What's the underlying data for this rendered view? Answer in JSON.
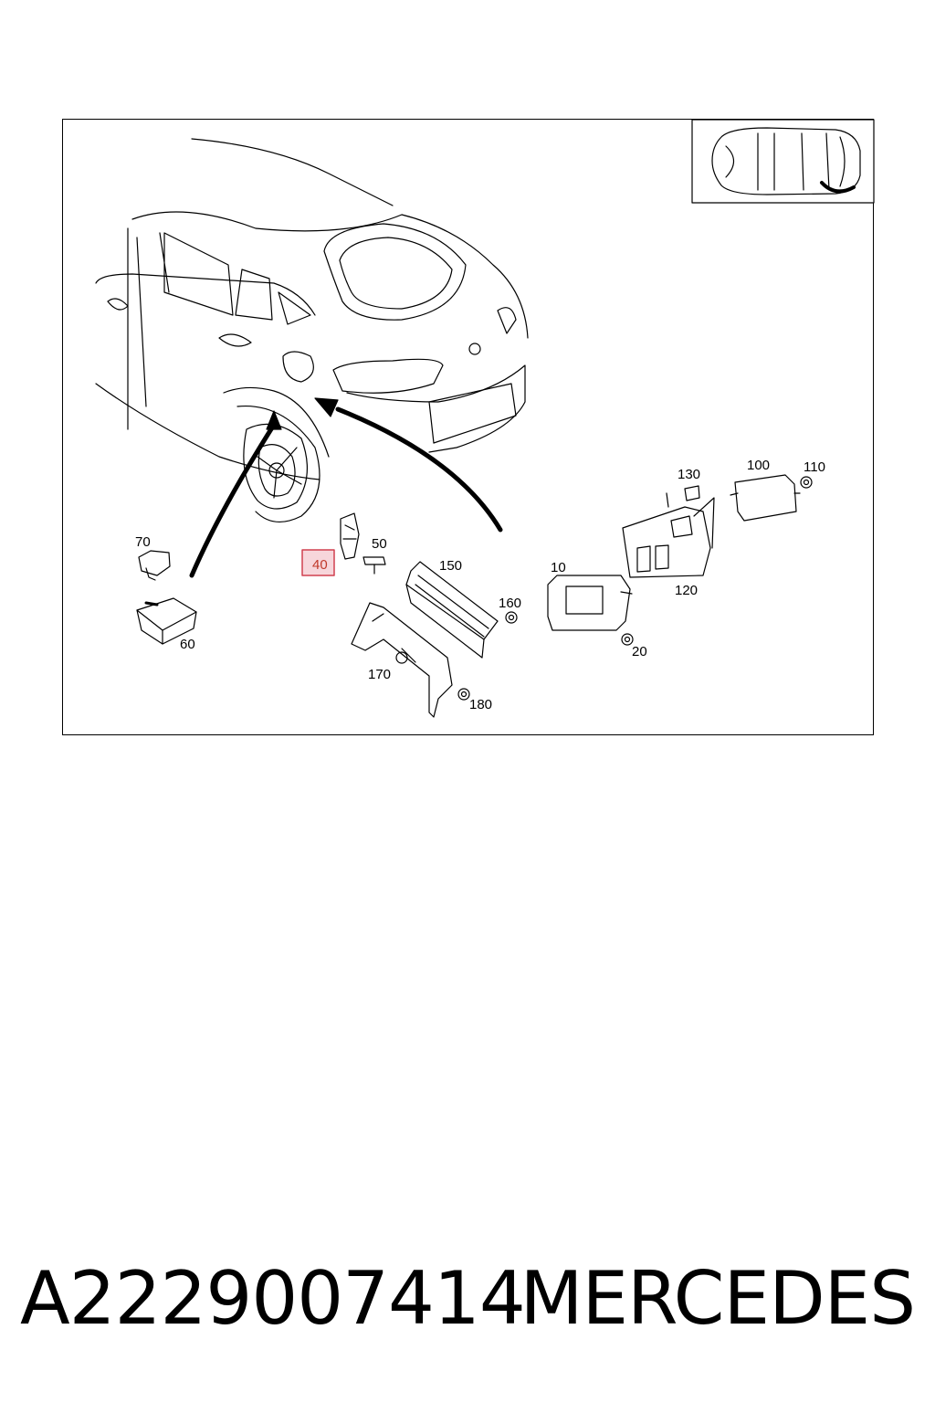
{
  "diagram": {
    "inset_icon": "car-top-view-icon",
    "highlight_color": "#e8a0a8",
    "highlighted_part": "40",
    "callouts": {
      "c10": "10",
      "c20": "20",
      "c40": "40",
      "c50": "50",
      "c60": "60",
      "c70": "70",
      "c100": "100",
      "c110": "110",
      "c120": "120",
      "c130": "130",
      "c150": "150",
      "c160": "160",
      "c170": "170",
      "c180": "180"
    }
  },
  "footer": {
    "part_number": "A2229007414",
    "brand": "MERCEDES"
  }
}
